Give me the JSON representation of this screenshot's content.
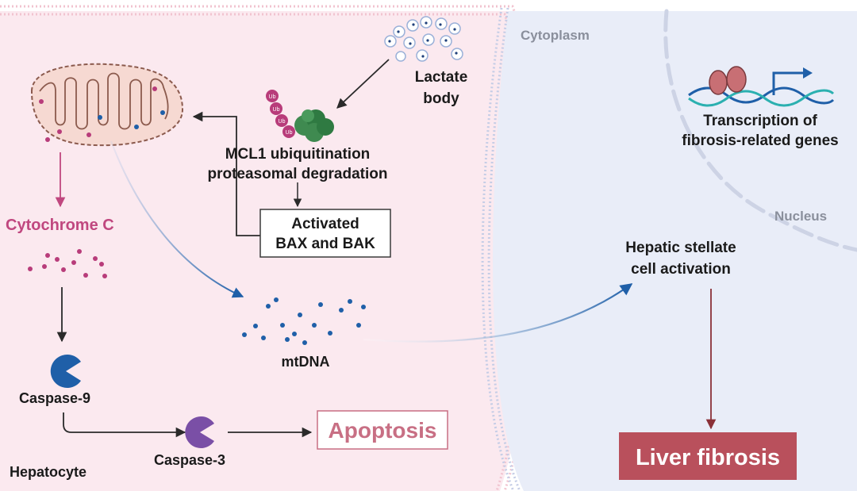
{
  "labels": {
    "lactate_line1": "Lactate",
    "lactate_line2": "body",
    "mcl1_line1": "MCL1 ubiquitination",
    "mcl1_line2": "proteasomal degradation",
    "activated_line1": "Activated",
    "activated_line2": "BAX and BAK",
    "cytochrome_c": "Cytochrome C",
    "caspase9": "Caspase-9",
    "caspase3": "Caspase-3",
    "apoptosis": "Apoptosis",
    "hepatocyte": "Hepatocyte",
    "mtdna": "mtDNA",
    "cytoplasm": "Cytoplasm",
    "nucleus": "Nucleus",
    "transcription_line1": "Transcription of",
    "transcription_line2": "fibrosis-related genes",
    "hsc_line1": "Hepatic stellate",
    "hsc_line2": "cell activation",
    "liver_fibrosis": "Liver fibrosis",
    "ub_tag": "Ub"
  },
  "colors": {
    "hepatocyte_fill": "#fbe9ef",
    "stellate_fill": "#e9edf8",
    "magenta": "#b83c7a",
    "blue": "#1f5fa8",
    "fibrosis_box": "#b9505c",
    "mito_fill": "#f6d9d2",
    "proteasome": "#3f8a50"
  },
  "icons": [
    "mitochondrion-icon",
    "lactate-body-icon",
    "proteasome-icon",
    "ubiquitin-chain-icon",
    "caspase-9-icon",
    "caspase-3-icon",
    "dna-helix-icon",
    "transcription-factor-icon"
  ]
}
